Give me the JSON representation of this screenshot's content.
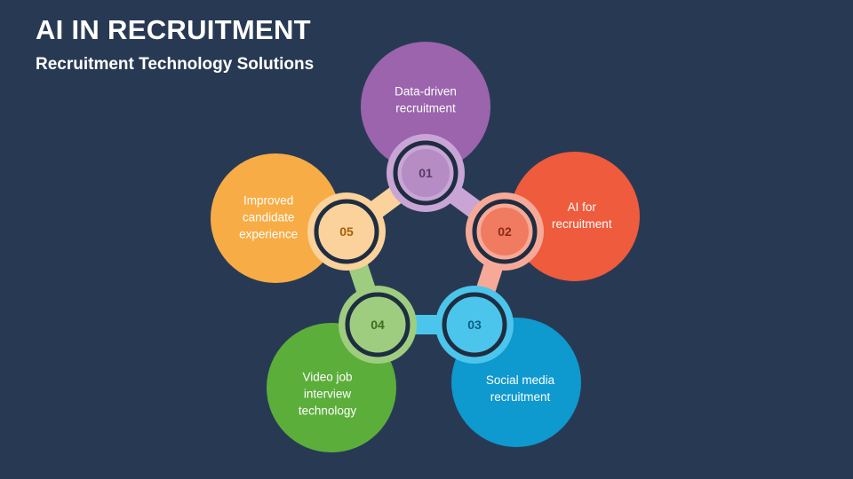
{
  "title": "AI IN RECRUITMENT",
  "subtitle": "Recruitment Technology Solutions",
  "items": [
    {
      "number": "01",
      "label_lines": [
        "Data-driven",
        "recruitment"
      ],
      "colors": {
        "big": "#9b64ad",
        "ring": "#c9a5d5",
        "bridge": "#c9a5d5",
        "inner": "#b58cc4",
        "num": "#5a3a68"
      }
    },
    {
      "number": "02",
      "label_lines": [
        "AI for",
        "recruitment"
      ],
      "colors": {
        "big": "#ee5b3d",
        "ring": "#f7a997",
        "bridge": "#f7a997",
        "inner": "#f07b60",
        "num": "#8a2c19"
      }
    },
    {
      "number": "03",
      "label_lines": [
        "Social media",
        "recruitment"
      ],
      "colors": {
        "big": "#0e99cf",
        "ring": "#4cc5ec",
        "bridge": "#4cc5ec",
        "inner": "#4cc5ec",
        "num": "#0b5f82"
      }
    },
    {
      "number": "04",
      "label_lines": [
        "Video job",
        "interview",
        "technology"
      ],
      "colors": {
        "big": "#5cae3b",
        "ring": "#9fcd80",
        "bridge": "#9fcd80",
        "inner": "#9fcd80",
        "num": "#3b6d22"
      }
    },
    {
      "number": "05",
      "label_lines": [
        "Improved",
        "candidate",
        "experience"
      ],
      "colors": {
        "big": "#f8ac46",
        "ring": "#fbd29b",
        "bridge": "#fbd29b",
        "inner": "#fbd29b",
        "num": "#a65f0a"
      }
    }
  ],
  "background": "#283a53",
  "hub_outline": "#1f2d41"
}
